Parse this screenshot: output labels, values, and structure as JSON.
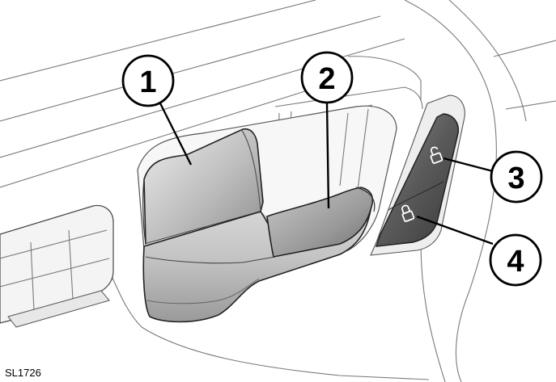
{
  "figure": {
    "reference_code": "SL1726",
    "callouts": [
      {
        "id": "1",
        "label": "1"
      },
      {
        "id": "2",
        "label": "2"
      },
      {
        "id": "3",
        "label": "3"
      },
      {
        "id": "4",
        "label": "4"
      }
    ],
    "switch_icons": {
      "upper": "padlock-open-icon",
      "lower": "padlock-closed-icon"
    },
    "colors": {
      "line": "#7a7a7a",
      "handle_light": "#e0e0e0",
      "handle_dark": "#8c8c8c",
      "switch_dark": "#505050"
    }
  }
}
